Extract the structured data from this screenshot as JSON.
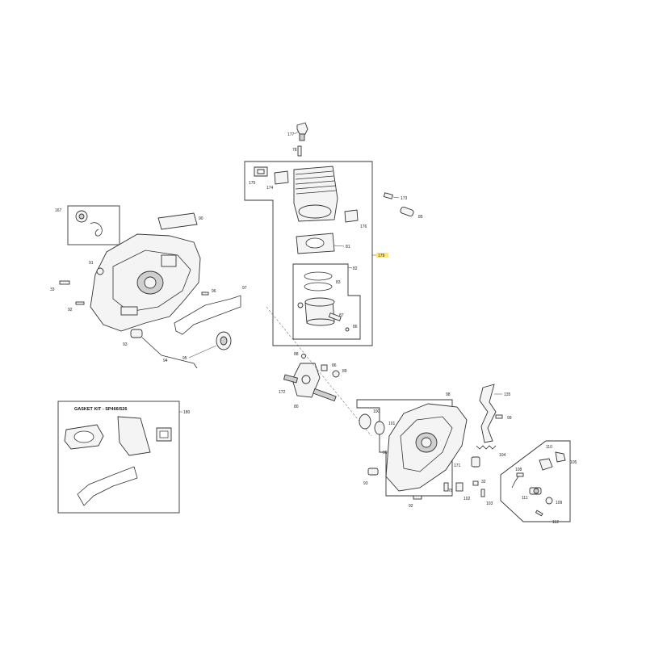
{
  "kit_title": "GASKET KIT - SP466/526",
  "callouts": {
    "c177": "177",
    "c78a": "78",
    "c175": "175",
    "c174": "174",
    "c173": "173",
    "c176": "176",
    "c85": "85",
    "c81": "81",
    "c179": "179",
    "c82": "82",
    "c83": "83",
    "c87": "87",
    "c86b": "86",
    "c88": "88",
    "c86": "86",
    "c89": "89",
    "c172": "172",
    "c80": "80",
    "c167": "167",
    "c90": "90",
    "c91": "91",
    "c33": "33",
    "c92": "92",
    "c96": "96",
    "c97": "97",
    "c93": "93",
    "c95": "95",
    "c94": "94",
    "c180": "180",
    "c98": "98",
    "c100": "100",
    "c101": "101",
    "c99": "99",
    "c135": "135",
    "c104": "104",
    "c110": "110",
    "c105": "105",
    "c171": "171",
    "c102": "102",
    "c103": "103",
    "c78b": "78",
    "c32": "32",
    "c92b": "92",
    "c93b": "93",
    "c108": "108",
    "c111": "111",
    "c109": "109",
    "c112": "112"
  }
}
